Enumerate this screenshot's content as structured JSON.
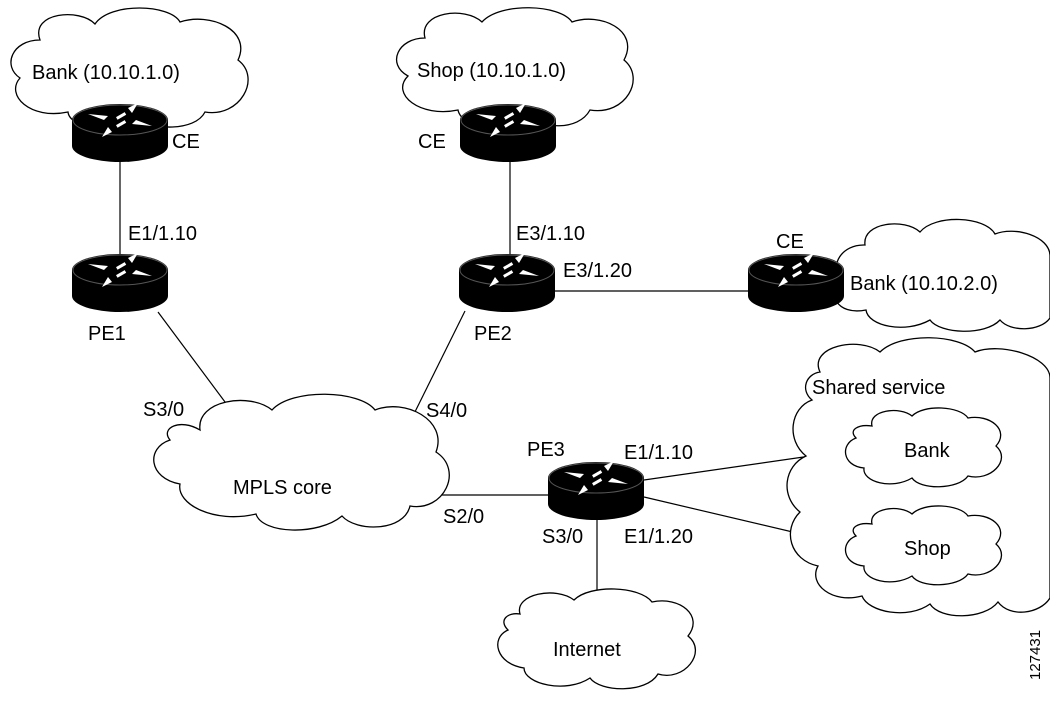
{
  "clouds": {
    "bank_top": "Bank (10.10.1.0)",
    "shop_top": "Shop (10.10.1.0)",
    "bank_right": "Bank (10.10.2.0)",
    "shared_title": "Shared service",
    "shared_bank": "Bank",
    "shared_shop": "Shop",
    "mpls": "MPLS core",
    "internet": "Internet"
  },
  "routers": {
    "ce_bank_top": "CE",
    "ce_shop_top": "CE",
    "ce_bank_right": "CE",
    "pe1": "PE1",
    "pe2": "PE2",
    "pe3": "PE3"
  },
  "interfaces": {
    "pe1_e1": "E1/1.10",
    "pe1_s3": "S3/0",
    "pe2_e3_10": "E3/1.10",
    "pe2_e3_20": "E3/1.20",
    "pe2_s4": "S4/0",
    "pe3_s2": "S2/0",
    "pe3_s3": "S3/0",
    "pe3_e1_10": "E1/1.10",
    "pe3_e1_20": "E1/1.20"
  },
  "figure_id": "127431"
}
